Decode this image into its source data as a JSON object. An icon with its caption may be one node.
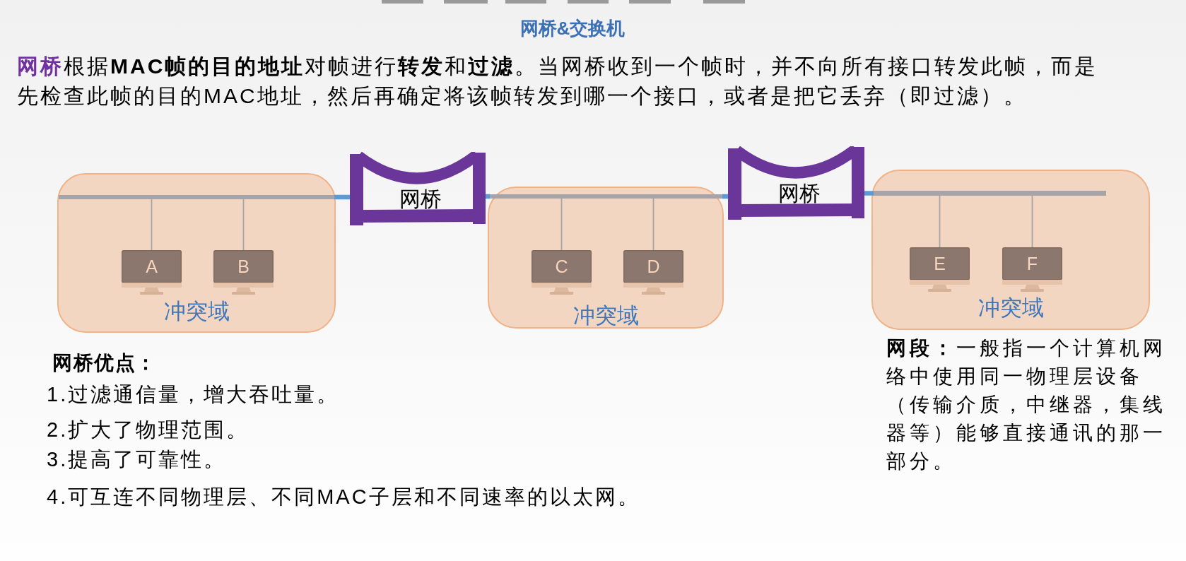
{
  "diagram": {
    "title": "网桥&交换机",
    "nodes": [
      {
        "text": [
          "冲突域"
        ]
      },
      {
        "text": [],
        "shape": "bar",
        "in": 0
      },
      {
        "text": [
          "A"
        ],
        "in": 0
      },
      {
        "text": [
          "B"
        ],
        "in": 0
      },
      {
        "text": [
          "网桥"
        ]
      },
      {
        "text": [
          "冲突域"
        ]
      },
      {
        "text": [],
        "shape": "bar",
        "in": 5
      },
      {
        "text": [
          "C"
        ],
        "in": 5
      },
      {
        "text": [
          "D"
        ],
        "in": 5
      },
      {
        "text": [
          "网桥"
        ]
      },
      {
        "text": [
          "冲突域"
        ]
      },
      {
        "text": [],
        "shape": "bar",
        "in": 10
      },
      {
        "text": [
          "E"
        ],
        "in": 10
      },
      {
        "text": [
          "F"
        ],
        "in": 10
      }
    ],
    "edges": [
      {
        "from": 2,
        "to": 1,
        "arrow": "none"
      },
      {
        "from": 3,
        "to": 1,
        "arrow": "none"
      },
      {
        "from": 1,
        "to": 4,
        "arrow": "none",
        "style": "thick",
        "color": "#5b9bd5"
      },
      {
        "from": 4,
        "to": 6,
        "arrow": "none",
        "style": "thick",
        "color": "#5b9bd5"
      },
      {
        "from": 7,
        "to": 6,
        "arrow": "none"
      },
      {
        "from": 8,
        "to": 6,
        "arrow": "none"
      },
      {
        "from": 6,
        "to": 9,
        "arrow": "none",
        "style": "thick",
        "color": "#5b9bd5"
      },
      {
        "from": 9,
        "to": 11,
        "arrow": "none",
        "style": "thick",
        "color": "#5b9bd5"
      },
      {
        "from": 12,
        "to": 11,
        "arrow": "none"
      },
      {
        "from": 13,
        "to": 11,
        "arrow": "none"
      }
    ],
    "labels": [
      "**网桥**根据**MAC帧的目的地址**对帧进行**转发**和**过滤**。当网桥收到一个帧时，并不向所有接口转发此帧，而是先检查此帧的目的MAC地址，然后再确定将该帧转发到哪一个接口，或者是把它丢弃（即过滤）。",
      "网桥优点：",
      "1.过滤通信量，增大吞吐量。",
      "2.扩大了物理范围。",
      "3.提高了可靠性。",
      "4.可互连不同物理层、不同MAC子层和不同速率的以太网。",
      "**网段：**一般指一个计算机网络中使用同一物理层设备（传输介质，中继器，集线器等）能够直接通讯的那一部分。"
    ]
  }
}
